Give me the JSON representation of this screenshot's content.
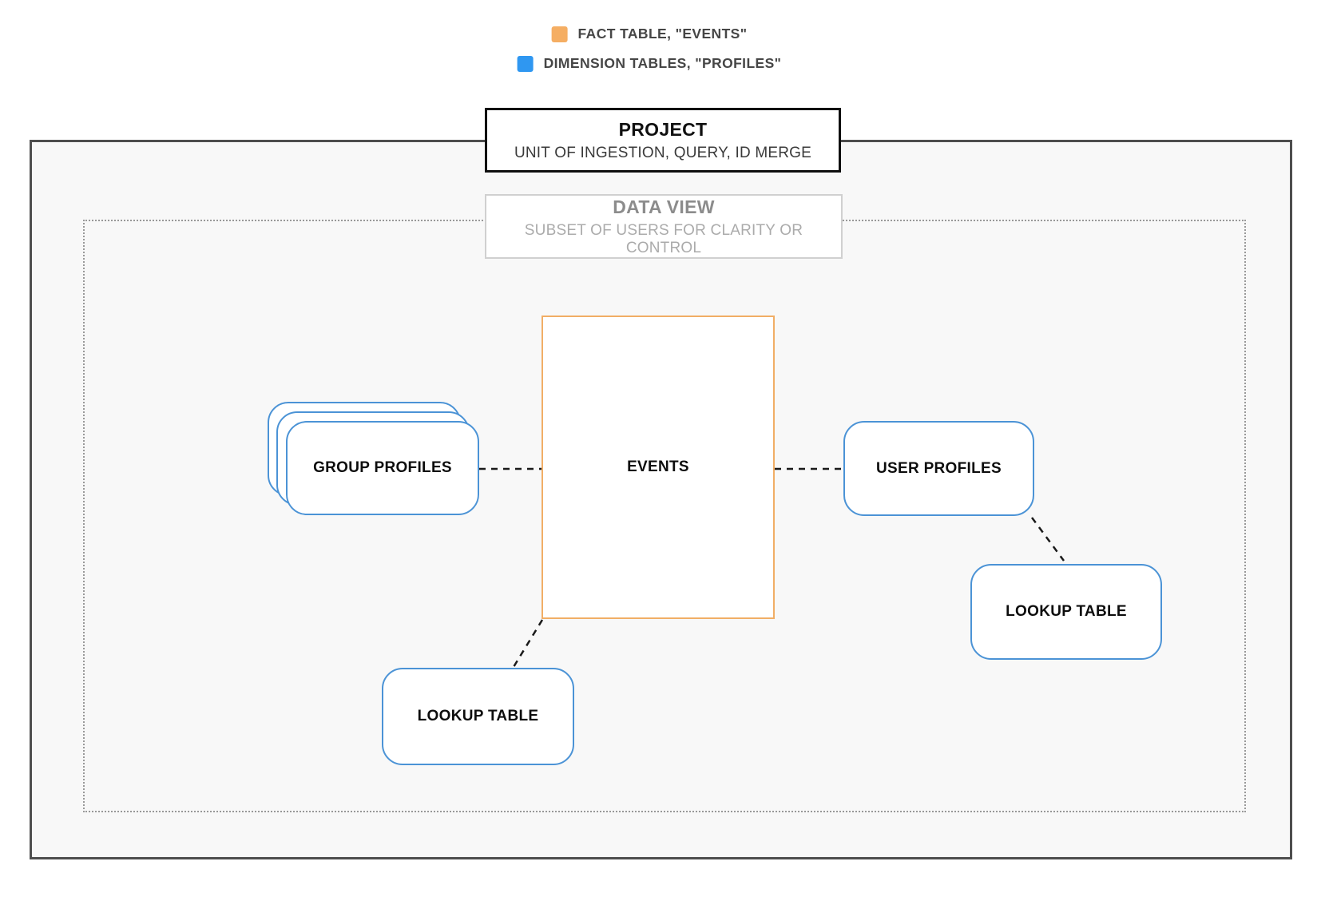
{
  "legend": {
    "items": [
      {
        "id": "fact",
        "label": "FACT TABLE, \"EVENTS\"",
        "color": "#f5ae63"
      },
      {
        "id": "dimension",
        "label": "DIMENSION TABLES, \"PROFILES\"",
        "color": "#2f97f1"
      }
    ]
  },
  "project": {
    "title": "PROJECT",
    "subtitle": "UNIT OF INGESTION, QUERY, ID MERGE"
  },
  "data_view": {
    "title": "DATA VIEW",
    "subtitle": "SUBSET OF USERS FOR CLARITY OR CONTROL"
  },
  "nodes": {
    "events": {
      "label": "EVENTS",
      "type": "fact"
    },
    "group_profiles": {
      "label": "GROUP PROFILES",
      "type": "dimension",
      "stack_count": 3
    },
    "user_profiles": {
      "label": "USER PROFILES",
      "type": "dimension"
    },
    "lookup_right": {
      "label": "LOOKUP TABLE",
      "type": "dimension"
    },
    "lookup_bottom": {
      "label": "LOOKUP TABLE",
      "type": "dimension"
    }
  },
  "connections": [
    {
      "from": "group_profiles",
      "to": "events",
      "style": "dashed"
    },
    {
      "from": "events",
      "to": "user_profiles",
      "style": "dashed"
    },
    {
      "from": "user_profiles",
      "to": "lookup_right",
      "style": "dashed"
    },
    {
      "from": "events",
      "to": "lookup_bottom",
      "style": "dashed"
    }
  ],
  "colors": {
    "fact_fill": "#f5ae63",
    "dimension_fill": "#2f97f1",
    "fact_border": "#f1ae66",
    "dimension_border": "#4b93d6",
    "outer_border": "#4e4e4e",
    "inner_background": "#f8f8f8",
    "dotted_border": "#999999",
    "connector": "#1a1a1a"
  }
}
